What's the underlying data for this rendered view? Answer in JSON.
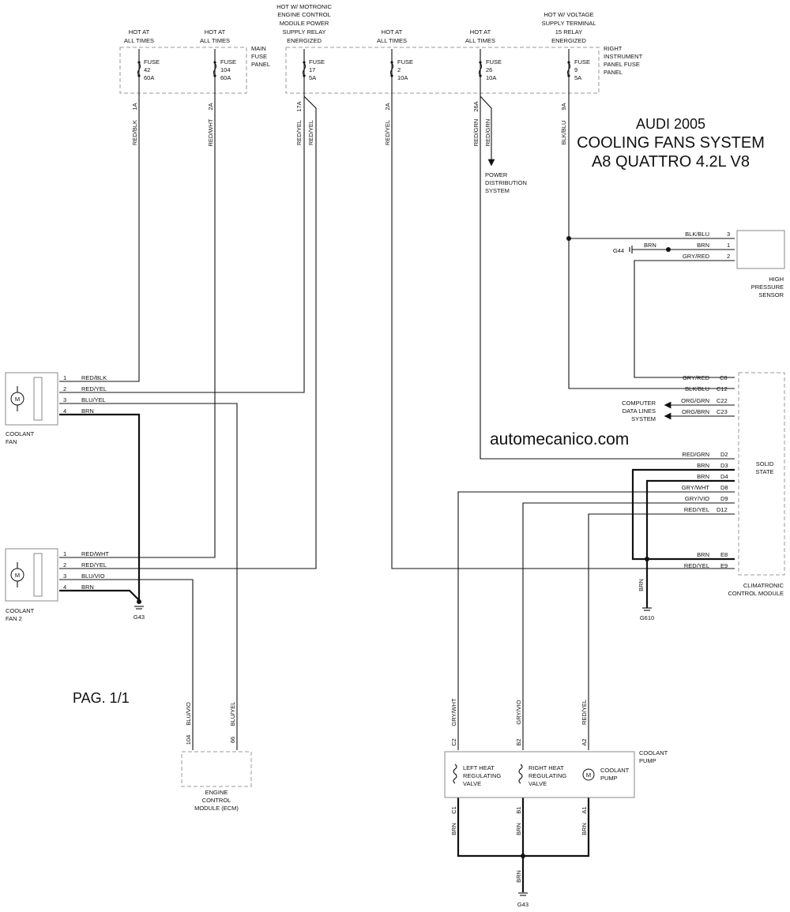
{
  "title": {
    "line1": "AUDI 2005",
    "line2": "COOLING FANS SYSTEM",
    "line3": "A8 QUATTRO 4.2L V8"
  },
  "watermark": "automecanico.com",
  "page_label": "PAG. 1/1",
  "main_fuse_panel": {
    "label": [
      "MAIN",
      "FUSE",
      "PANEL"
    ],
    "fuses": [
      {
        "hot": [
          "HOT AT",
          "ALL TIMES"
        ],
        "name": "FUSE",
        "number": "42",
        "rating": "60A",
        "terminal": "1A",
        "wire": "RED/BLK"
      },
      {
        "hot": [
          "HOT AT",
          "ALL TIMES"
        ],
        "name": "FUSE",
        "number": "104",
        "rating": "60A",
        "terminal": "2A",
        "wire": "RED/WHT"
      }
    ]
  },
  "right_fuse_panel": {
    "label": [
      "RIGHT",
      "INSTRUMENT",
      "PANEL FUSE",
      "PANEL"
    ],
    "fuses": [
      {
        "hot": [
          "HOT W/ MOTRONIC",
          "ENGINE CONTROL",
          "MODULE POWER",
          "SUPPLY RELAY",
          "ENERGIZED"
        ],
        "name": "FUSE",
        "number": "17",
        "rating": "5A",
        "terminal": "17A",
        "wire": "RED/YEL",
        "wire2": "RED/YEL"
      },
      {
        "hot": [
          "HOT AT",
          "ALL TIMES"
        ],
        "name": "FUSE",
        "number": "2",
        "rating": "10A",
        "terminal": "2A",
        "wire": "RED/YEL"
      },
      {
        "hot": [
          "HOT AT",
          "ALL TIMES"
        ],
        "name": "FUSE",
        "number": "26",
        "rating": "10A",
        "terminal": "26A",
        "wire": "RED/GRN",
        "wire2": "RED/GRN"
      },
      {
        "hot": [
          "HOT W/ VOLTAGE",
          "SUPPLY TERMINAL",
          "15 RELAY",
          "ENERGIZED"
        ],
        "name": "FUSE",
        "number": "9",
        "rating": "5A",
        "terminal": "9A",
        "wire": "BLK/BLU"
      }
    ]
  },
  "power_distribution": [
    "POWER",
    "DISTRIBUTION",
    "SYSTEM"
  ],
  "high_pressure_sensor": {
    "label": [
      "HIGH",
      "PRESSURE",
      "SENSOR"
    ],
    "pins": [
      {
        "wire": "BLK/BLU",
        "pin": "3"
      },
      {
        "wire": "BRN",
        "pin": "1"
      },
      {
        "wire": "GRY/RED",
        "pin": "2"
      }
    ],
    "ground": "G44",
    "ground_wire": "BRN"
  },
  "coolant_fan": {
    "label": [
      "COOLANT",
      "FAN"
    ],
    "pins": [
      {
        "num": "1",
        "wire": "RED/BLK"
      },
      {
        "num": "2",
        "wire": "RED/YEL"
      },
      {
        "num": "3",
        "wire": "BLU/YEL"
      },
      {
        "num": "4",
        "wire": "BRN"
      }
    ]
  },
  "coolant_fan2": {
    "label": [
      "COOLANT",
      "FAN 2"
    ],
    "pins": [
      {
        "num": "1",
        "wire": "RED/WHT"
      },
      {
        "num": "2",
        "wire": "RED/YEL"
      },
      {
        "num": "3",
        "wire": "BLU/VIO"
      },
      {
        "num": "4",
        "wire": "BRN"
      }
    ]
  },
  "motor_symbol": "M",
  "ground_g43_fan": "G43",
  "ecm": {
    "label": [
      "ENGINE",
      "CONTROL",
      "MODULE (ECM)"
    ],
    "pins": [
      {
        "num": "104",
        "wire": "BLU/VIO"
      },
      {
        "num": "66",
        "wire": "BLU/YEL"
      }
    ]
  },
  "climatronic": {
    "label": [
      "CLIMATRONIC",
      "CONTROL MODULE"
    ],
    "inner": [
      "SOLID",
      "STATE"
    ],
    "pins": [
      {
        "wire": "GRY/RED",
        "pin": "C8"
      },
      {
        "wire": "BLK/BLU",
        "pin": "C12"
      },
      {
        "wire": "ORG/GRN",
        "pin": "C22"
      },
      {
        "wire": "ORG/BRN",
        "pin": "C23"
      },
      {
        "wire": "RED/GRN",
        "pin": "D2"
      },
      {
        "wire": "BRN",
        "pin": "D3"
      },
      {
        "wire": "BRN",
        "pin": "D4"
      },
      {
        "wire": "GRY/WHT",
        "pin": "D8"
      },
      {
        "wire": "GRY/VIO",
        "pin": "D9"
      },
      {
        "wire": "RED/YEL",
        "pin": "D12"
      },
      {
        "wire": "BRN",
        "pin": "E8"
      },
      {
        "wire": "RED/YEL",
        "pin": "E9"
      }
    ],
    "computer_data_lines": [
      "COMPUTER",
      "DATA LINES",
      "SYSTEM"
    ],
    "ground": "G610",
    "ground_wire": "BRN"
  },
  "coolant_pump": {
    "label": [
      "COOLANT",
      "PUMP"
    ],
    "left_valve": [
      "LEFT HEAT",
      "REGULATING",
      "VALVE"
    ],
    "right_valve": [
      "RIGHT HEAT",
      "REGULATING",
      "VALVE"
    ],
    "pump": [
      "COOLANT",
      "PUMP"
    ],
    "top_pins": [
      {
        "pin": "C2",
        "wire": "GRY/WHT"
      },
      {
        "pin": "B2",
        "wire": "GRY/VIO"
      },
      {
        "pin": "A2",
        "wire": "RED/YEL"
      }
    ],
    "bottom_pins": [
      {
        "pin": "C1",
        "wire": "BRN"
      },
      {
        "pin": "B1",
        "wire": "BRN"
      },
      {
        "pin": "A1",
        "wire": "BRN"
      }
    ],
    "ground": "G43",
    "ground_wire": "BRN"
  }
}
